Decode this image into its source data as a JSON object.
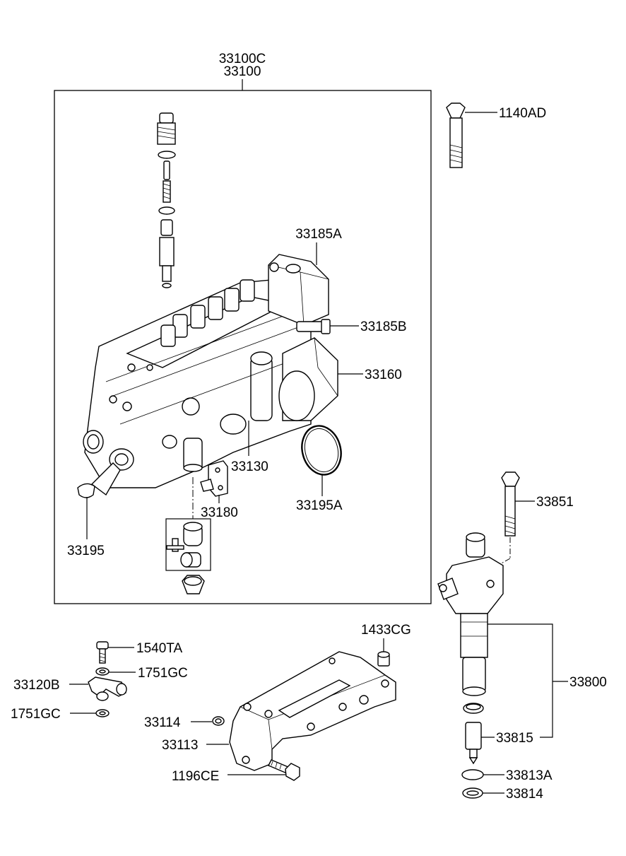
{
  "labels": {
    "assy_alt": "33100C",
    "assy": "33100",
    "bolt_top": "1140AD",
    "p33185A": "33185A",
    "p33185B": "33185B",
    "p33160": "33160",
    "p33130": "33130",
    "p33195A": "33195A",
    "p33180": "33180",
    "p33195": "33195",
    "p33851": "33851",
    "p1433CG": "1433CG",
    "p1540TA": "1540TA",
    "p1751GC_a": "1751GC",
    "p33120B": "33120B",
    "p1751GC_b": "1751GC",
    "p33114": "33114",
    "p33113": "33113",
    "p1196CE": "1196CE",
    "p33800": "33800",
    "p33815": "33815",
    "p33813A": "33813A",
    "p33814": "33814"
  }
}
